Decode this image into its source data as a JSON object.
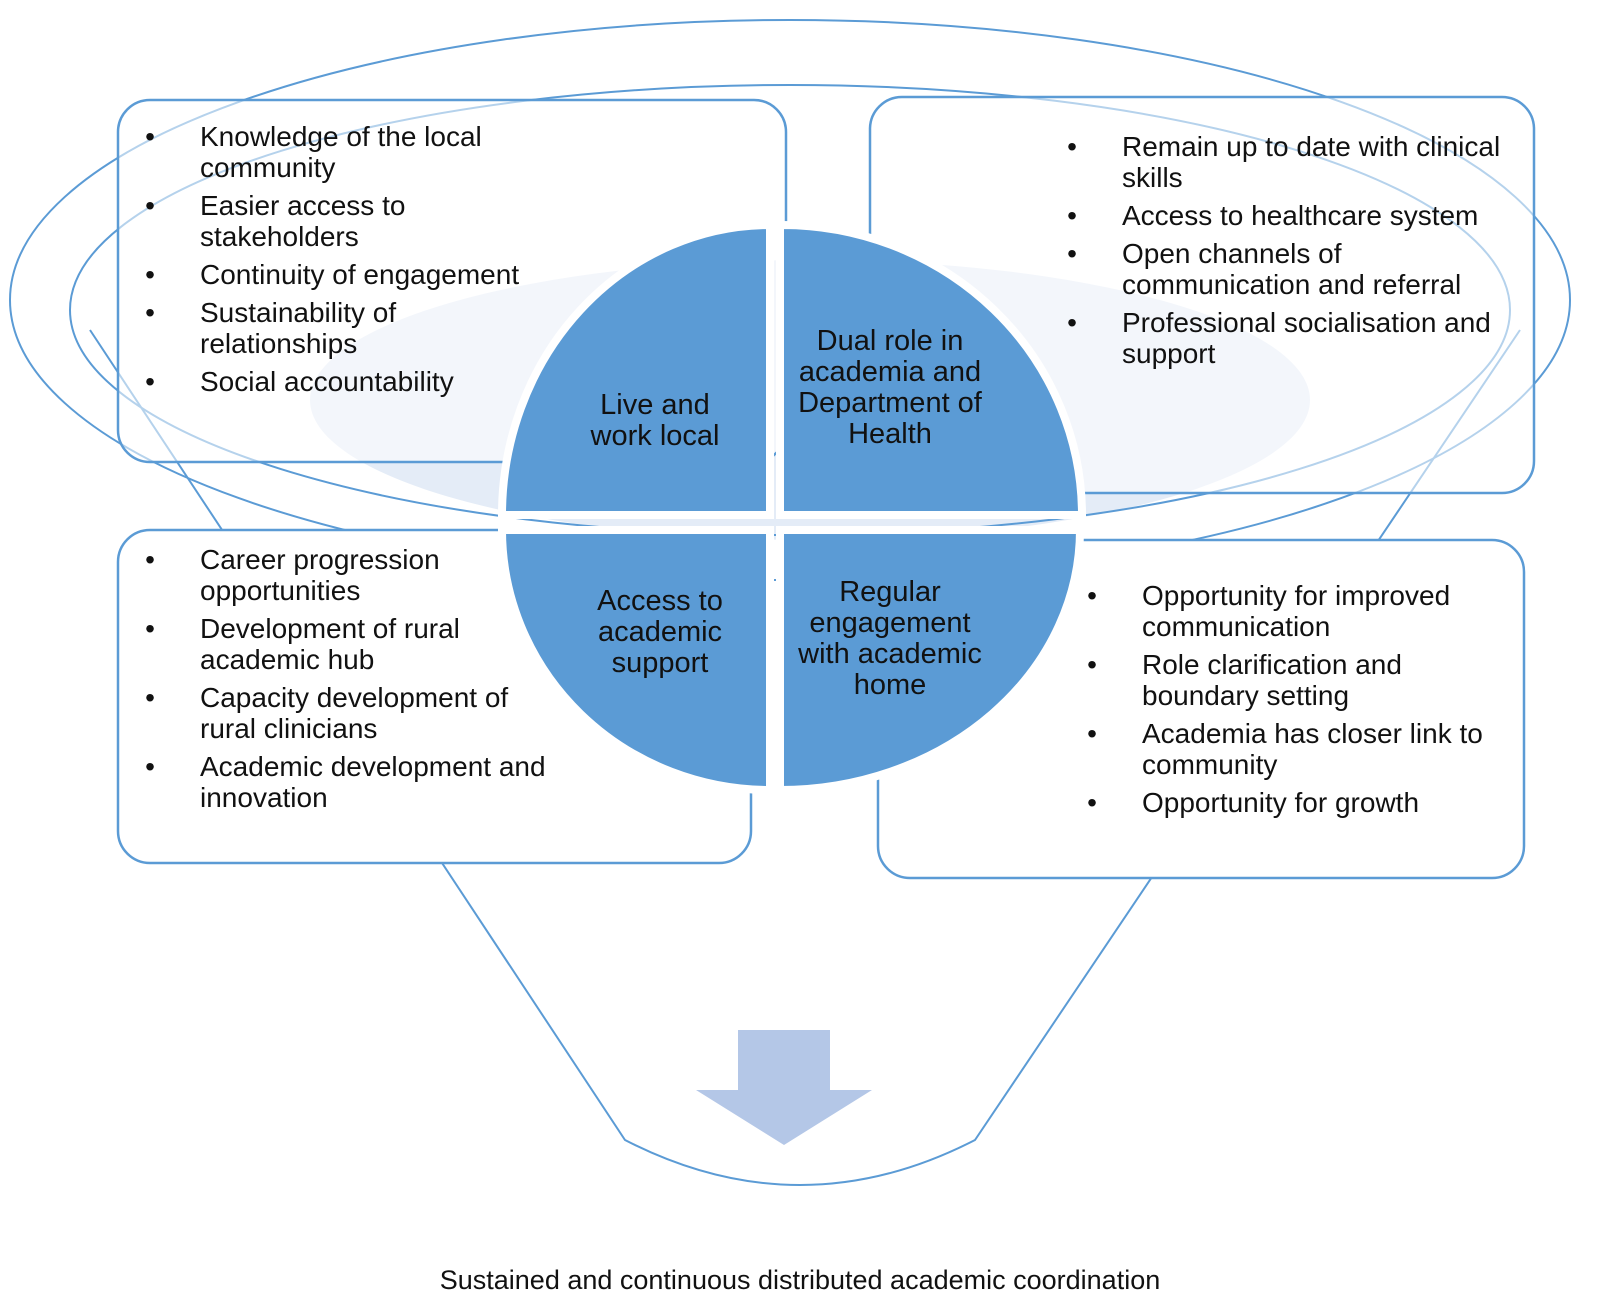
{
  "colors": {
    "outline": "#5b9bd5",
    "quadrant_fill": "#5b9bd5",
    "arrow_fill": "#b4c7e7",
    "shadow_fill": "#dce7f5"
  },
  "quadrants": {
    "top_left": "Live and\nwork local",
    "top_right": "Dual role in\nacademia and\nDepartment of\nHealth",
    "bottom_left": "Access to\nacademic\nsupport",
    "bottom_right": "Regular\nengagement\nwith academic\nhome"
  },
  "boxes": {
    "top_left": [
      "Knowledge of the local community",
      "Easier access to stakeholders",
      "Continuity of engagement",
      "Sustainability of relationships",
      "Social accountability"
    ],
    "top_right": [
      "Remain up to date with clinical skills",
      "Access to healthcare system",
      "Open channels of communication and referral",
      "Professional socialisation and support"
    ],
    "bottom_left": [
      "Career progression opportunities",
      "Development of rural academic hub",
      "Capacity development of rural clinicians",
      "Academic development and innovation"
    ],
    "bottom_right": [
      "Opportunity for improved communication",
      "Role clarification and boundary setting",
      "Academia has closer link to community",
      "Opportunity for growth"
    ]
  },
  "bullet_glyph": "•",
  "footer": "Sustained and continuous distributed academic coordination"
}
